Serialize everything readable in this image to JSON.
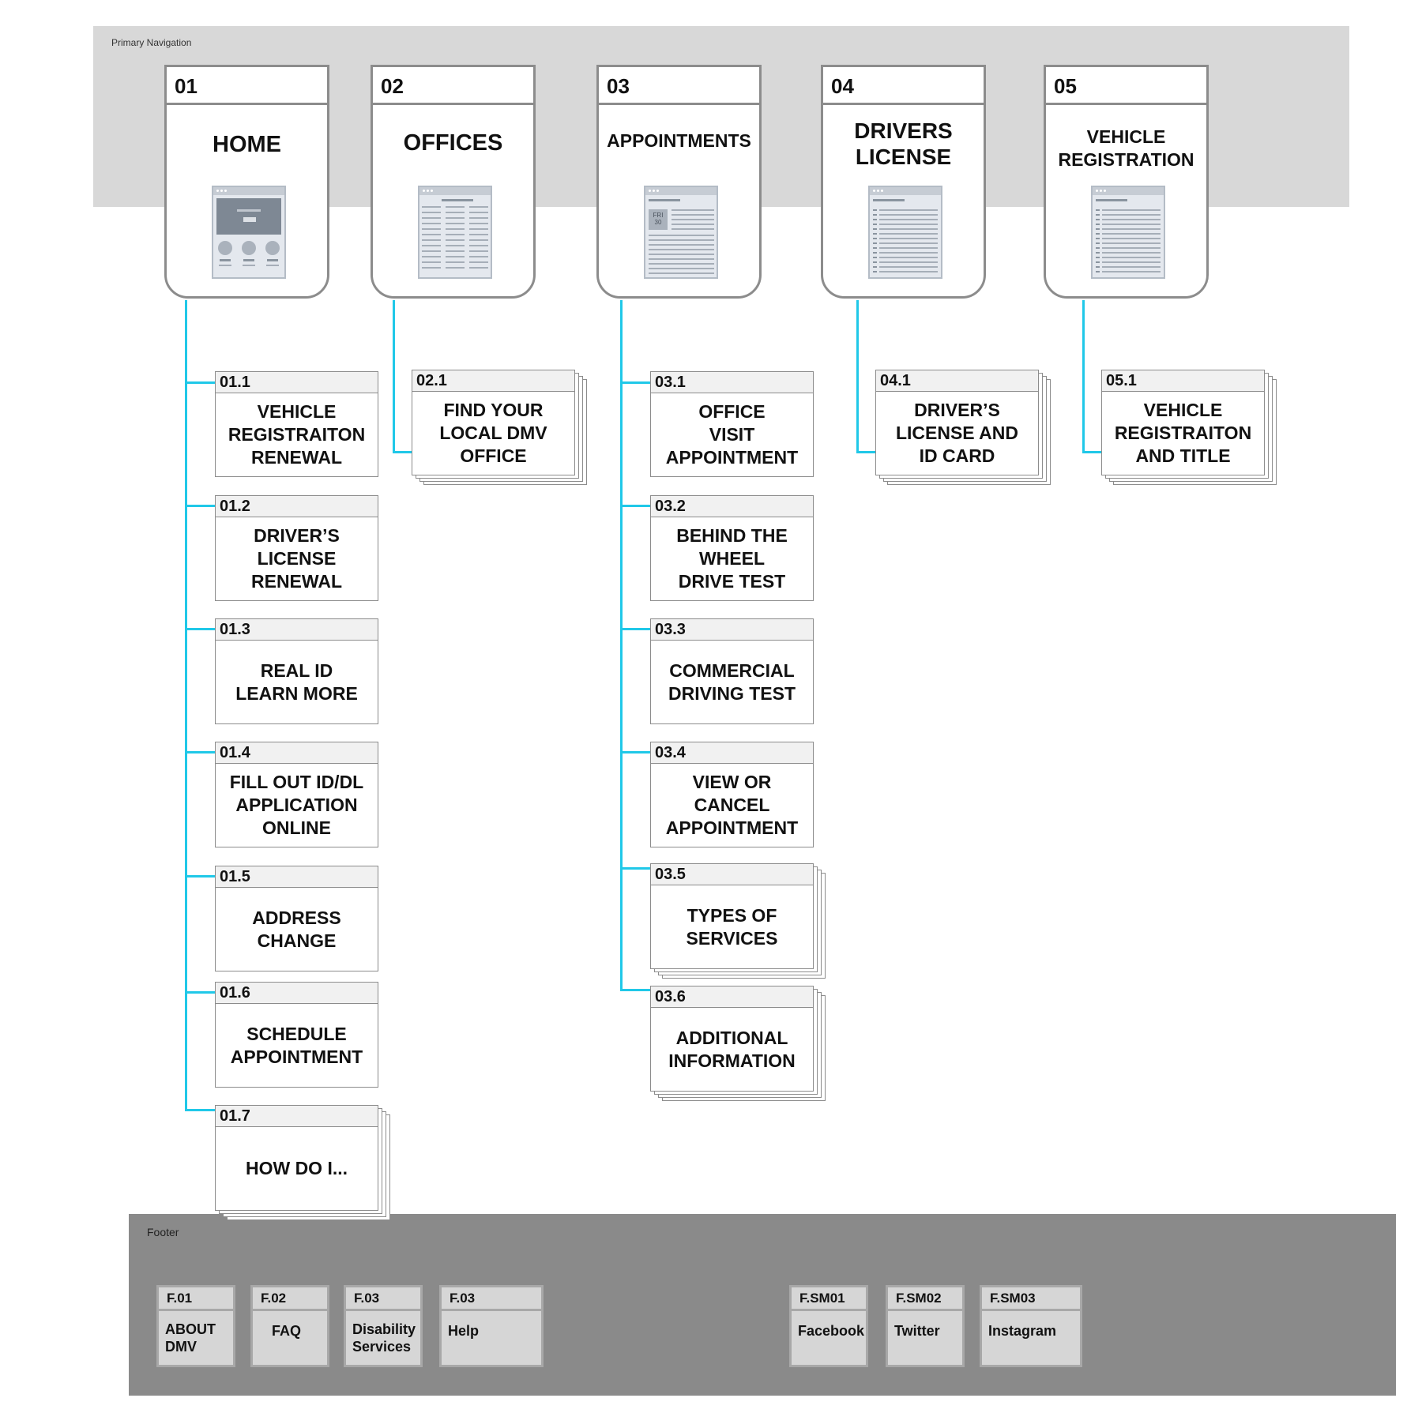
{
  "primary_nav_label": "Primary Navigation",
  "footer_label": "Footer",
  "colors": {
    "connector": "#20c8e8",
    "nav_band": "#d8d8d8",
    "footer_band": "#8a8a8a",
    "card_border": "#8c8c8c"
  },
  "top": [
    {
      "num": "01",
      "title": "HOME",
      "icon": "home-page-icon"
    },
    {
      "num": "02",
      "title": "OFFICES",
      "icon": "table-page-icon"
    },
    {
      "num": "03",
      "title": "APPOINTMENTS",
      "icon": "calendar-page-icon",
      "cal_day": "FRI",
      "cal_date": "30"
    },
    {
      "num": "04",
      "title": "DRIVERS\nLICENSE",
      "icon": "list-page-icon"
    },
    {
      "num": "05",
      "title": "VEHICLE\nREGISTRATION",
      "icon": "list-page-icon"
    }
  ],
  "sub": [
    {
      "num": "01.1",
      "label": "VEHICLE\nREGISTRAITON\nRENEWAL"
    },
    {
      "num": "01.2",
      "label": "DRIVER’S\nLICENSE\nRENEWAL"
    },
    {
      "num": "01.3",
      "label": "REAL ID\nLEARN MORE"
    },
    {
      "num": "01.4",
      "label": "FILL OUT ID/DL\nAPPLICATION\nONLINE"
    },
    {
      "num": "01.5",
      "label": "ADDRESS\nCHANGE"
    },
    {
      "num": "01.6",
      "label": "SCHEDULE\nAPPOINTMENT"
    },
    {
      "num": "01.7",
      "label": "HOW DO I..."
    },
    {
      "num": "02.1",
      "label": "FIND YOUR\nLOCAL DMV\nOFFICE"
    },
    {
      "num": "03.1",
      "label": "OFFICE\nVISIT\nAPPOINTMENT"
    },
    {
      "num": "03.2",
      "label": "BEHIND THE\nWHEEL\nDRIVE TEST"
    },
    {
      "num": "03.3",
      "label": "COMMERCIAL\nDRIVING TEST"
    },
    {
      "num": "03.4",
      "label": "VIEW OR\nCANCEL\nAPPOINTMENT"
    },
    {
      "num": "03.5",
      "label": "TYPES OF\nSERVICES"
    },
    {
      "num": "03.6",
      "label": "ADDITIONAL\nINFORMATION"
    },
    {
      "num": "04.1",
      "label": "DRIVER’S\nLICENSE AND\nID CARD"
    },
    {
      "num": "05.1",
      "label": "VEHICLE\nREGISTRAITON\nAND TITLE"
    }
  ],
  "footer_items": [
    {
      "num": "F.01",
      "label": "ABOUT\nDMV"
    },
    {
      "num": "F.02",
      "label": "FAQ"
    },
    {
      "num": "F.03",
      "label": "Disability\nServices"
    },
    {
      "num": "F.03",
      "label": "Help"
    },
    {
      "num": "F.SM01",
      "label": "Facebook"
    },
    {
      "num": "F.SM02",
      "label": "Twitter"
    },
    {
      "num": "F.SM03",
      "label": "Instagram"
    }
  ]
}
